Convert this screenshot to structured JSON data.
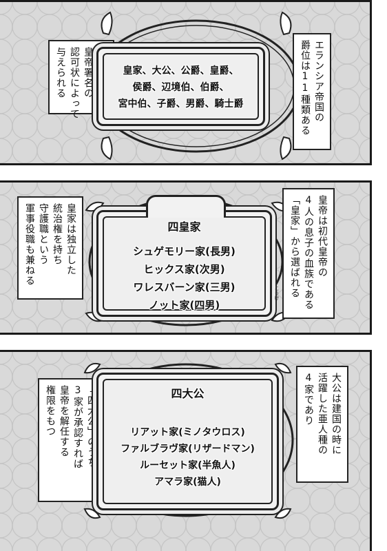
{
  "panel1": {
    "left_caption": "この地位は\n皇帝署名の\n認可状によって\n与えられる",
    "right_caption": "エランシア帝国の\n爵位は11種類ある",
    "plaque_lines": [
      "皇家、大公、公爵、皇爵、",
      "侯爵、辺境伯、伯爵、",
      "宮中伯、子爵、男爵、騎士爵"
    ]
  },
  "panel2": {
    "left_caption": "皇家は独立した\n統治権を持ち\n守護職という\n軍事役職も兼ねる",
    "right_caption": "皇帝は初代皇帝の\n4人の息子の血族である\n「皇家」から選ばれる",
    "ruby": "こうけ",
    "plaque_title": "四皇家",
    "plaque_lines": [
      "シュゲモリー家(長男)",
      "ヒックス家(次男)",
      "ワレスバーン家(三男)",
      "ノット家(四男)"
    ]
  },
  "panel3": {
    "left_caption": "「四大公」のうち\n3家が承認すれば\n皇帝を解任する\n権限をもつ",
    "right_caption": "大公は建国の時に\n活躍した亜人種の\n4家であり",
    "plaque_title": "四大公",
    "plaque_lines": [
      "リアット家(ミノタウロス)",
      "ファルブラヴ家(リザードマン)",
      "ルーセット家(半魚人)",
      "アマラ家(猫人)"
    ]
  }
}
